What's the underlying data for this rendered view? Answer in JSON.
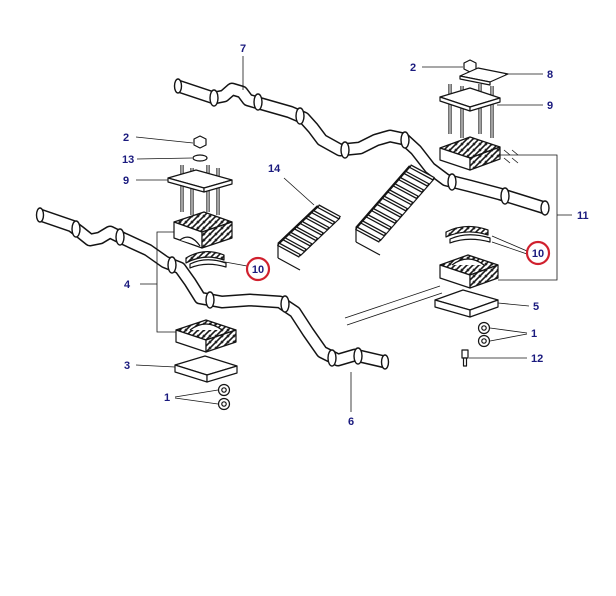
{
  "colors": {
    "callout_text": "#1a1a7e",
    "highlight_ring": "#d0202e",
    "line_art": "#141414",
    "background": "#ffffff"
  },
  "callouts": [
    {
      "label": "7"
    },
    {
      "label": "2"
    },
    {
      "label": "8"
    },
    {
      "label": "9"
    },
    {
      "label": "2"
    },
    {
      "label": "13"
    },
    {
      "label": "9"
    },
    {
      "label": "14"
    },
    {
      "label": "11"
    },
    {
      "label": "10",
      "highlighted": true
    },
    {
      "label": "10",
      "highlighted": true
    },
    {
      "label": "4"
    },
    {
      "label": "5"
    },
    {
      "label": "1"
    },
    {
      "label": "12"
    },
    {
      "label": "3"
    },
    {
      "label": "1"
    },
    {
      "label": "6"
    }
  ]
}
